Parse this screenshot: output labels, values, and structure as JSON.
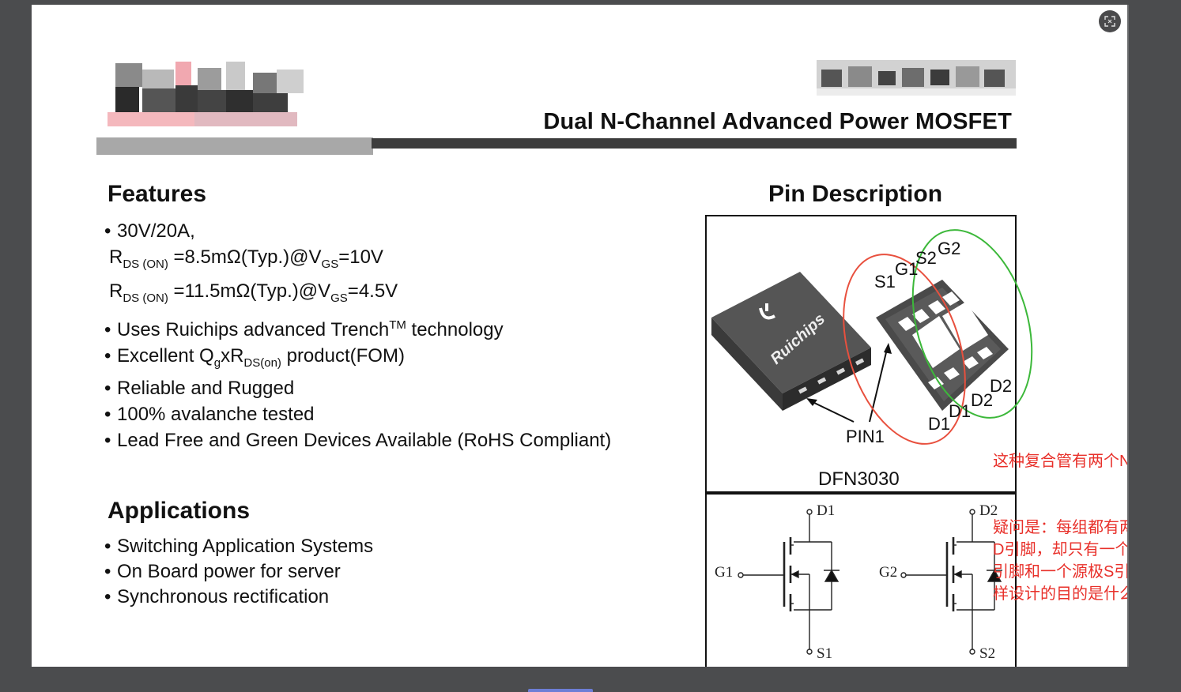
{
  "header": {
    "title": "Dual N-Channel Advanced Power MOSFET"
  },
  "features": {
    "heading": "Features",
    "line1": "30V/20A,",
    "rds1": {
      "pre": "R",
      "sub1": "DS (ON)",
      "mid": " =8.5mΩ(Typ.)@V",
      "sub2": "GS",
      "post": "=10V"
    },
    "rds2": {
      "pre": "R",
      "sub1": "DS (ON)",
      "mid": " =11.5mΩ(Typ.)@V",
      "sub2": "GS",
      "post": "=4.5V"
    },
    "trench": {
      "pre": "Uses Ruichips advanced Trench",
      "sup": "TM",
      "post": " technology"
    },
    "fom": {
      "pre": "Excellent Q",
      "sub1": "g",
      "mid": "xR",
      "sub2": "DS(on)",
      "post": " product(FOM)"
    },
    "items": [
      "Reliable and Rugged",
      "100% avalanche tested",
      "Lead Free and Green Devices Available (RoHS Compliant)"
    ]
  },
  "applications": {
    "heading": "Applications",
    "items": [
      "Switching Application Systems",
      "On Board power for server",
      "Synchronous rectification"
    ]
  },
  "pin_description": {
    "heading": "Pin Description",
    "package": "DFN3030",
    "chip_brand": "Ruichips",
    "pins": {
      "s1": "S1",
      "g1": "G1",
      "s2": "S2",
      "g2": "G2",
      "d1a": "D1",
      "d1b": "D1",
      "d2a": "D2",
      "d2b": "D2",
      "pin1": "PIN1"
    },
    "schematic": {
      "d1": "D1",
      "g1": "G1",
      "s1": "S1",
      "d2": "D2",
      "g2": "G2",
      "s2": "S2"
    }
  },
  "annotations": {
    "note1": "这种复合管有两个NMOS",
    "note2": "疑问是：每组都有两个漏极D引脚，却只有一个栅极G引脚和一个源极S引脚，这样设计的目的是什么"
  },
  "colors": {
    "annotation_red": "#e8302a",
    "circle_red": "#e8503e",
    "circle_green": "#3cb83a",
    "chip_body": "#4a4a4a"
  }
}
